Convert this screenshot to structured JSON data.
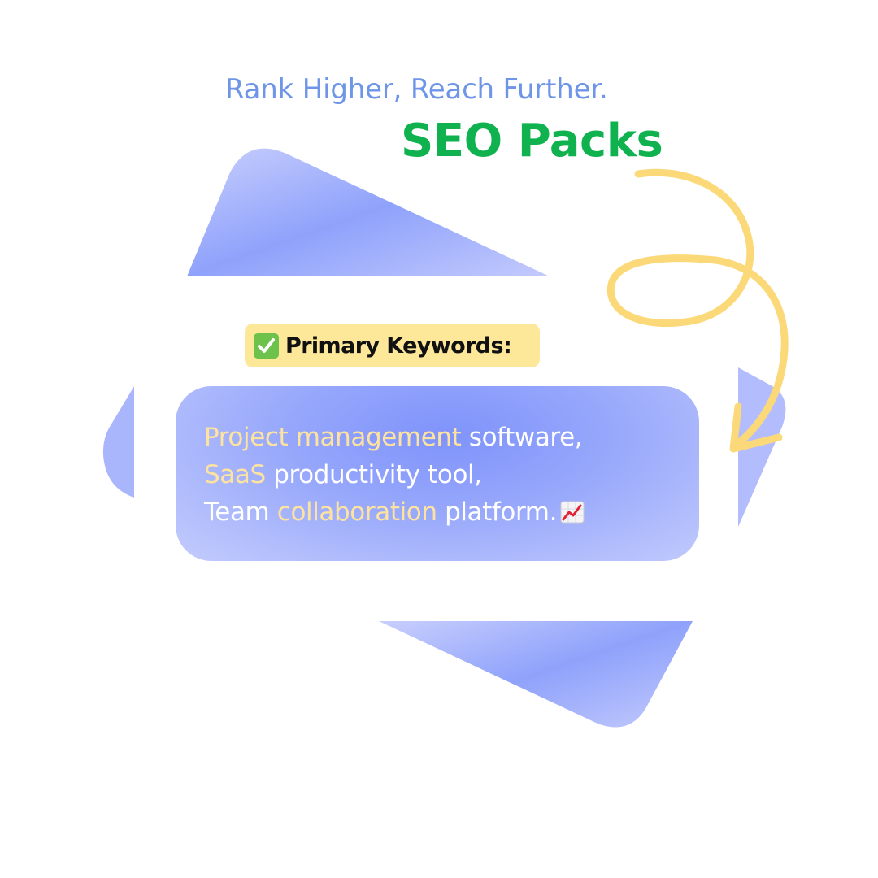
{
  "tagline": "Rank Higher, Reach Further.",
  "headline": "SEO Packs",
  "badge": {
    "icon": "check-mark-icon",
    "label": "Primary Keywords:"
  },
  "keywords": {
    "line1": {
      "highlight": "Project management",
      "rest": " software,"
    },
    "line2": {
      "highlight": "SaaS",
      "rest": " productivity tool,"
    },
    "line3": {
      "pre": "Team ",
      "highlight": "collaboration",
      "rest": " platform.",
      "icon": "chart-increasing-icon"
    }
  },
  "colors": {
    "tagline": "#6f95e8",
    "headline": "#0fb24f",
    "badge_bg": "#fde89a",
    "highlight_text": "#fde3a0",
    "shape": "#8fa3fb",
    "arrow": "#fcd978"
  }
}
